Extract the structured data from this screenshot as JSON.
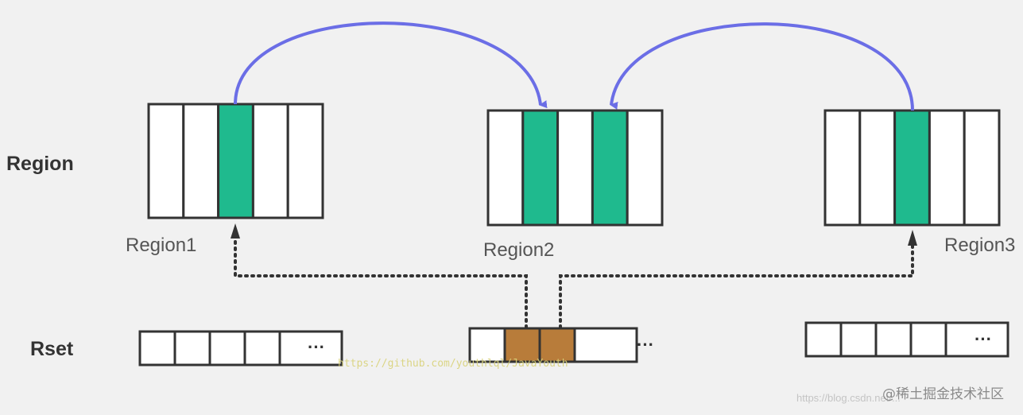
{
  "labels": {
    "region_row": "Region",
    "rset_row": "Rset"
  },
  "regions": [
    {
      "name": "Region1",
      "cells": 5,
      "marked": [
        2
      ]
    },
    {
      "name": "Region2",
      "cells": 5,
      "marked": [
        1,
        3
      ]
    },
    {
      "name": "Region3",
      "cells": 5,
      "marked": [
        2
      ]
    }
  ],
  "rsets": [
    {
      "cells": 4,
      "ellipsis": "···",
      "marked": []
    },
    {
      "cells": 3,
      "ellipsis": "···",
      "marked": [
        1,
        2
      ]
    },
    {
      "cells": 4,
      "ellipsis": "···",
      "marked": []
    }
  ],
  "watermarks": {
    "link": "https://github.com/youthlql/JavaYouth",
    "blog": "https://blog.csdn.net/...",
    "brand": "@稀土掘金技术社区"
  },
  "colors": {
    "background": "#f1f1f1",
    "region_marked": "#1fba8e",
    "rset_marked": "#b87c3a",
    "reference_arrow": "#6b6ee6",
    "dotted_arrow": "#333333",
    "outline": "#333333"
  }
}
